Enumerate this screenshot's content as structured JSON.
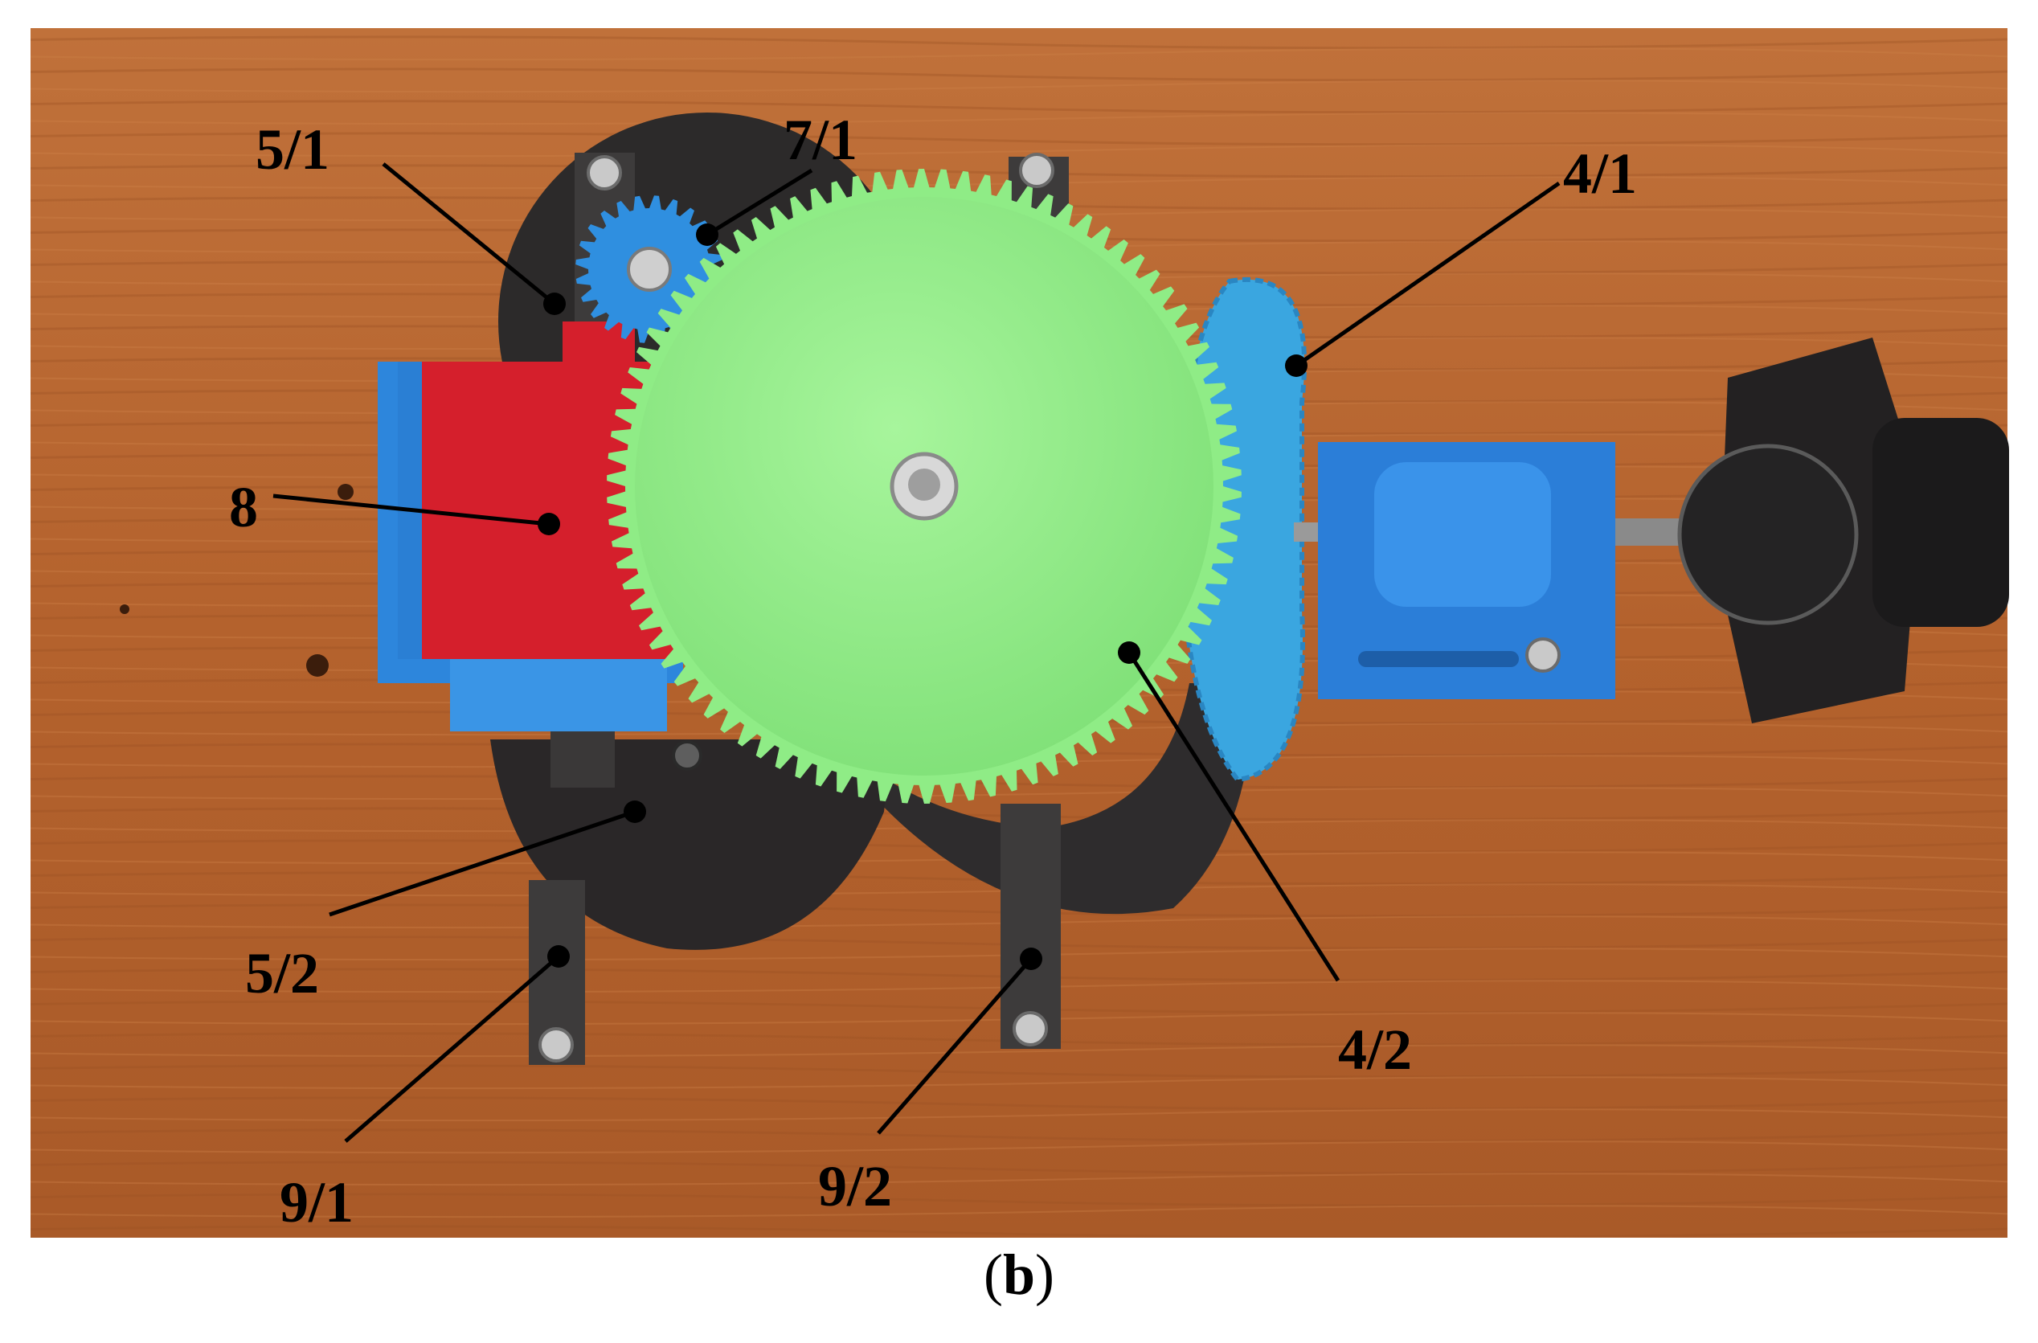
{
  "photo": {
    "description_colors": {
      "wood": "#b5652e",
      "green_gear": "#8fec86",
      "blue_part": "#2f8fe0",
      "red_block": "#d61f2c",
      "dark_plate": "#2a2a2a"
    }
  },
  "labels": {
    "l_5_1": "5/1",
    "l_7_1": "7/1",
    "l_4_1": "4/1",
    "l_8": "8",
    "l_5_2": "5/2",
    "l_9_1": "9/1",
    "l_9_2": "9/2",
    "l_4_2": "4/2"
  },
  "caption": {
    "open": "(",
    "letter": "b",
    "close": ")"
  }
}
